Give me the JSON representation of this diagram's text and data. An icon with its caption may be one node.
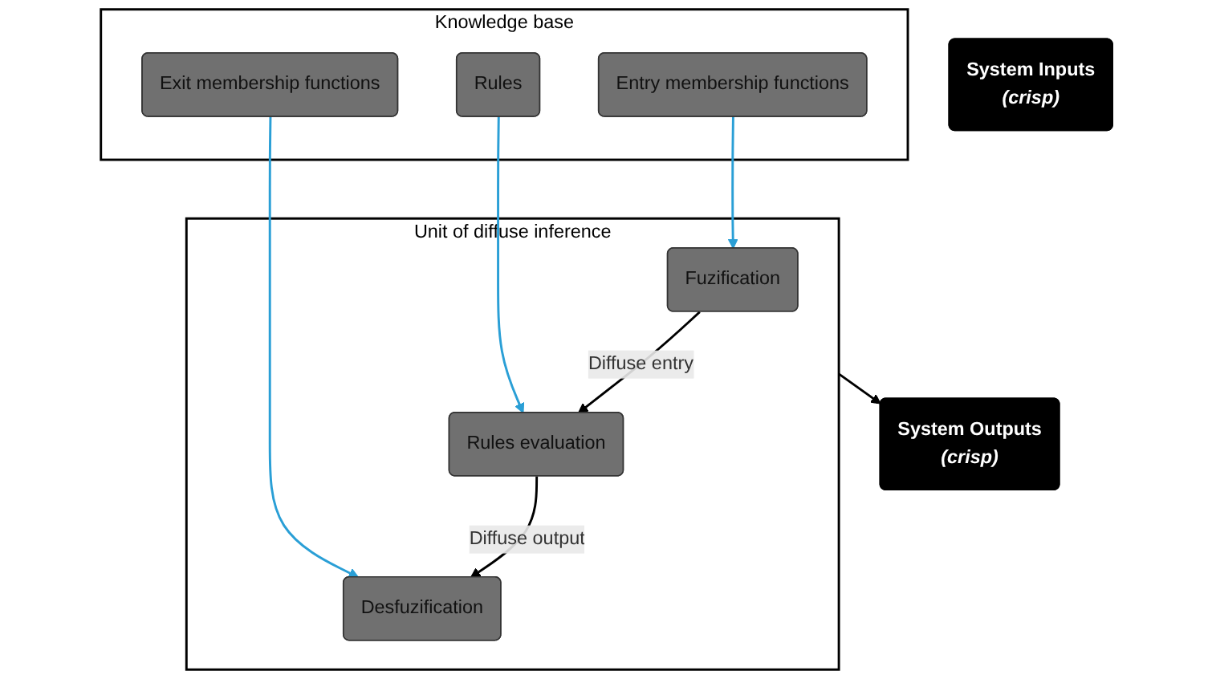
{
  "diagram": {
    "nodes": [
      {
        "text": [
          "System Inputs",
          "(crisp)"
        ]
      },
      {
        "text": [
          "Knowledge base"
        ]
      },
      {
        "text": [
          "Entry membership functions"
        ],
        "in": 1
      },
      {
        "text": [
          "Rules"
        ],
        "in": 1
      },
      {
        "text": [
          "Exit membership functions"
        ],
        "in": 1
      },
      {
        "text": [
          "Unit of diffuse inference"
        ]
      },
      {
        "text": [
          "Fuzification"
        ],
        "in": 5
      },
      {
        "text": [
          "Rules evaluation"
        ],
        "in": 5
      },
      {
        "text": [
          "Desfuzification"
        ],
        "in": 5
      },
      {
        "text": [
          "System Outputs",
          "(crisp)"
        ]
      }
    ],
    "edges": [
      {
        "from": 2,
        "to": 6,
        "arrow": "to",
        "color": "#2a9fd6"
      },
      {
        "from": 3,
        "to": 7,
        "arrow": "to",
        "color": "#2a9fd6"
      },
      {
        "from": 4,
        "to": 8,
        "arrow": "to",
        "color": "#2a9fd6"
      },
      {
        "from": 6,
        "to": 7,
        "arrow": "to",
        "label": "Diffuse entry",
        "color": "#000000"
      },
      {
        "from": 7,
        "to": 8,
        "arrow": "to",
        "label": "Diffuse output",
        "color": "#000000"
      },
      {
        "from": 5,
        "to": 9,
        "arrow": "to",
        "color": "#000000"
      }
    ]
  }
}
